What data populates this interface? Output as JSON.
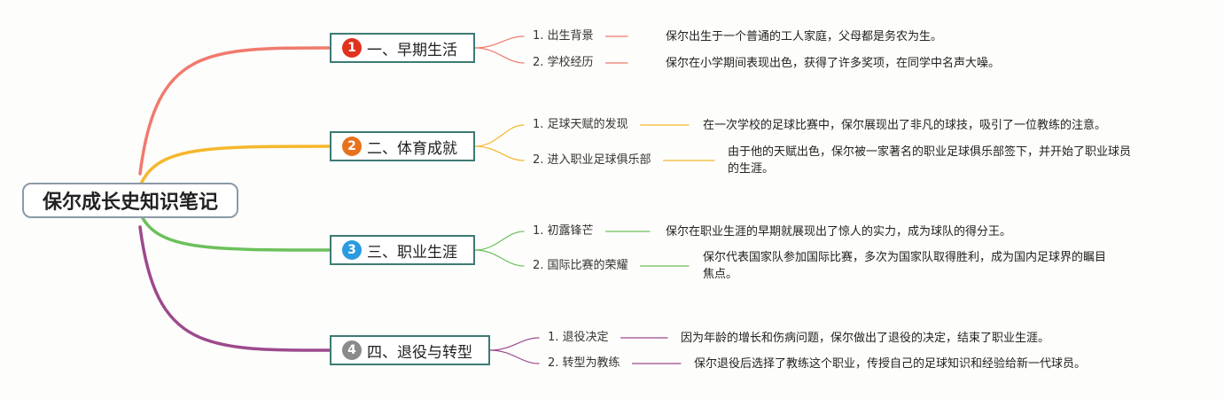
{
  "root": {
    "title": "保尔成长史知识笔记"
  },
  "branches": [
    {
      "number": "1",
      "label": "一、早期生活",
      "color": "#f07a6e",
      "badge_color": "#e0321d",
      "items": [
        {
          "label": "1. 出生背景",
          "desc": "保尔出生于一个普通的工人家庭，父母都是务农为生。"
        },
        {
          "label": "2. 学校经历",
          "desc": "保尔在小学期间表现出色，获得了许多奖项，在同学中名声大噪。"
        }
      ]
    },
    {
      "number": "2",
      "label": "二、体育成就",
      "color": "#f5b72c",
      "badge_color": "#e8721c",
      "items": [
        {
          "label": "1. 足球天赋的发现",
          "desc": "在一次学校的足球比赛中，保尔展现出了非凡的球技，吸引了一位教练的注意。"
        },
        {
          "label": "2. 进入职业足球俱乐部",
          "desc_lines": [
            "由于他的天赋出色，保尔被一家著名的职业足球俱乐部签下，并开始了职业球员",
            "的生涯。"
          ]
        }
      ]
    },
    {
      "number": "3",
      "label": "三、职业生涯",
      "color": "#6cc05c",
      "badge_color": "#2a9be0",
      "items": [
        {
          "label": "1. 初露锋芒",
          "desc": "保尔在职业生涯的早期就展现出了惊人的实力，成为球队的得分王。"
        },
        {
          "label": "2. 国际比赛的荣耀",
          "desc_lines": [
            "保尔代表国家队参加国际比赛，多次为国家队取得胜利，成为国内足球界的瞩目",
            "焦点。"
          ]
        }
      ]
    },
    {
      "number": "4",
      "label": "四、退役与转型",
      "color": "#9c4a8c",
      "badge_color": "#8a8a8a",
      "items": [
        {
          "label": "1. 退役决定",
          "desc": "因为年龄的增长和伤病问题，保尔做出了退役的决定，结束了职业生涯。"
        },
        {
          "label": "2. 转型为教练",
          "desc": "保尔退役后选择了教练这个职业，传授自己的足球知识和经验给新一代球员。"
        }
      ]
    }
  ]
}
